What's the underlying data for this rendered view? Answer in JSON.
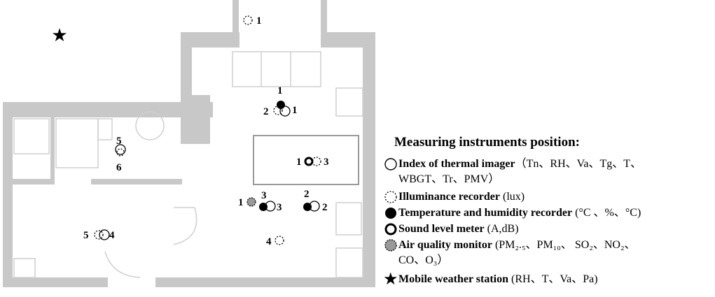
{
  "legend": {
    "title": "Measuring instruments position:",
    "items": [
      {
        "icon": "open-circle-icon",
        "name": "Index of thermal imager",
        "detail": "（Tn、RH、Va、Tg、T、",
        "detail2": "WBGT、Tr、PMV）"
      },
      {
        "icon": "dotted-circle-icon",
        "name": "Illuminance recorder",
        "detail": " (lux)"
      },
      {
        "icon": "filled-black-circle-icon",
        "name": "Temperature and humidity recorder",
        "detail": " (°C 、%、°C)"
      },
      {
        "icon": "thick-ring-icon",
        "name": "Sound level meter",
        "detail": " (A,dB)"
      },
      {
        "icon": "grey-dashed-circle-icon",
        "name": "Air quality monitor",
        "detail": " (PM₂.₅、PM₁₀、 SO₂、NO₂、",
        "detail2": "CO、O₃）"
      },
      {
        "icon": "star-icon",
        "name": "Mobile weather station",
        "detail": " (RH、T、Va、Pa)"
      }
    ]
  },
  "plan_labels": {
    "balcony_illuminance": "1",
    "kitchen_top": "1",
    "kitchen_left": "2",
    "kitchen_right": "1",
    "table_left": "1",
    "table_right": "3",
    "center_top": "3",
    "center_left": "1",
    "center_right": "3",
    "right_top": "2",
    "right_right": "2",
    "lower_illuminance": "4",
    "bath_top": "5",
    "bath_bottom": "6",
    "bedroom_left": "5",
    "bedroom_right": "4"
  }
}
